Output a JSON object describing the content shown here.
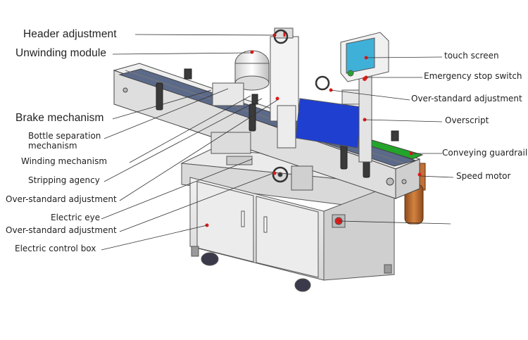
{
  "diagram": {
    "colors": {
      "line": "#333333",
      "frame": "#e4e4e4",
      "frame_dark": "#c6c6c6",
      "screen": "#3fb1d8",
      "blue_panel": "#1f3fd0",
      "guardrail": "#22a52a",
      "motor": "#b5652a",
      "marker": "#e01919",
      "label_text": "#222222"
    },
    "labels": {
      "header_adjustment": "Header adjustment",
      "unwinding_module": "Unwinding module",
      "brake_mechanism": "Brake mechanism",
      "bottle_separation": "Bottle separation\nmechanism",
      "winding_mechanism": "Winding mechanism",
      "stripping_agency": "Stripping agency",
      "over_standard_left_1": "Over-standard adjustment",
      "electric_eye": "Electric eye",
      "over_standard_left_2": "Over-standard adjustment",
      "electric_control_box": "Electric control box",
      "touch_screen": "touch screen",
      "emergency_stop_switch": "Emergency stop switch",
      "over_standard_right": "Over-standard adjustment",
      "overscript": "Overscript",
      "conveying_guardrail": "Conveying guardrail",
      "speed_motor": "Speed motor"
    }
  }
}
